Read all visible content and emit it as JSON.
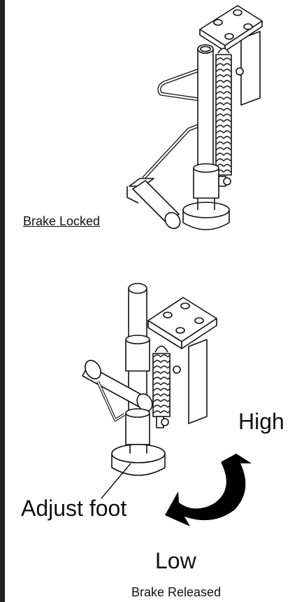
{
  "labels": {
    "brake_locked": "Brake Locked",
    "high": "High",
    "adjust_foot": "Adjust foot",
    "low": "Low",
    "brake_released": "Brake Released"
  },
  "colors": {
    "line": "#111111",
    "fill": "#ffffff",
    "arrow": "#000000",
    "border": "#222222"
  },
  "icons": [
    "caster-brake-locked-illustration",
    "caster-brake-released-illustration",
    "rotation-arrow-icon"
  ]
}
